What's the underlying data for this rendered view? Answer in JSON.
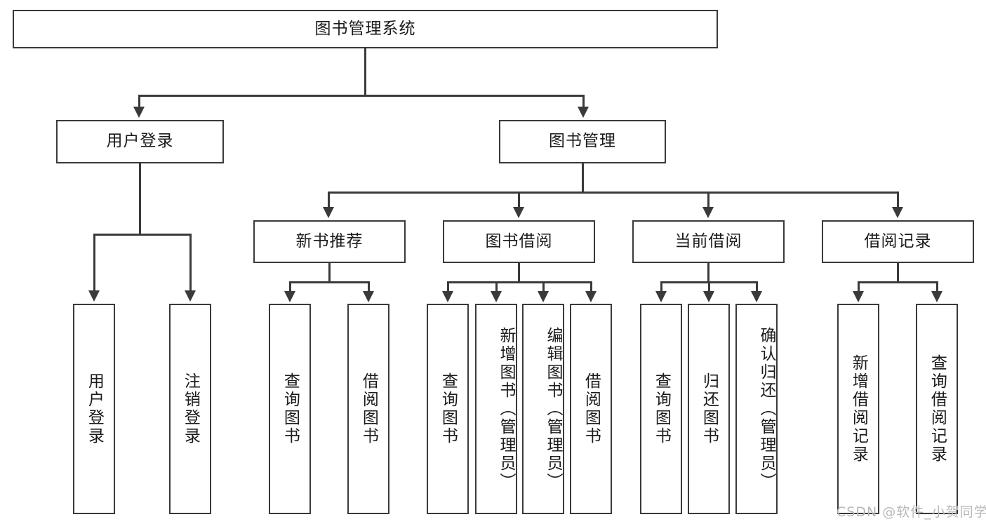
{
  "diagram": {
    "title": "图书管理系统",
    "root": {
      "label": "图书管理系统"
    },
    "level1": [
      {
        "label": "用户登录"
      },
      {
        "label": "图书管理"
      }
    ],
    "level2": [
      {
        "label": "新书推荐"
      },
      {
        "label": "图书借阅"
      },
      {
        "label": "当前借阅"
      },
      {
        "label": "借阅记录"
      }
    ],
    "leaves": {
      "user_login": [
        {
          "label": "用户登录"
        },
        {
          "label": "注销登录"
        }
      ],
      "new_book_recommend": [
        {
          "label": "查询图书"
        },
        {
          "label": "借阅图书"
        }
      ],
      "book_borrow": [
        {
          "label": "查询图书"
        },
        {
          "label": "新增图书（管理员）"
        },
        {
          "label": "编辑图书（管理员）"
        },
        {
          "label": "借阅图书"
        }
      ],
      "current_borrow": [
        {
          "label": "查询图书"
        },
        {
          "label": "归还图书"
        },
        {
          "label": "确认归还（管理员）"
        }
      ],
      "borrow_record": [
        {
          "label": "新增借阅记录"
        },
        {
          "label": "查询借阅记录"
        }
      ]
    }
  },
  "watermark": {
    "text": "CSDN @软件_小贺同学"
  },
  "colors": {
    "stroke": "#3a3a3a",
    "background": "#ffffff",
    "text": "#1b1b1b",
    "watermark": "#b8b8b8"
  }
}
